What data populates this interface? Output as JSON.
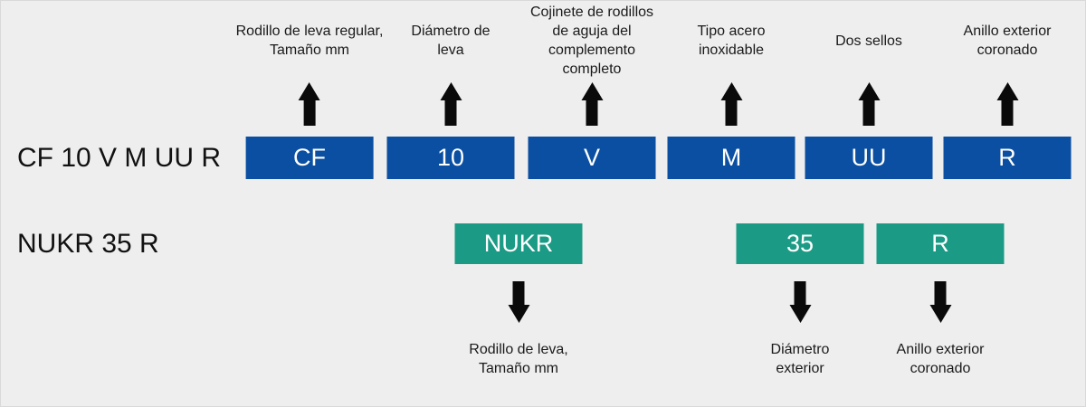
{
  "colors": {
    "background": "#eeeeee",
    "box_blue": "#0a4fa1",
    "box_teal": "#1b9b85",
    "arrow_black": "#0a0a0a"
  },
  "row_cf": {
    "header": "CF 10 V M UU R",
    "segments": [
      {
        "code": "CF",
        "label": "Rodillo de leva regular,\nTamaño mm"
      },
      {
        "code": "10",
        "label": "Diámetro de\nleva"
      },
      {
        "code": "V",
        "label": "Cojinete de rodillos\nde aguja del\ncomplemento\ncompleto"
      },
      {
        "code": "M",
        "label": "Tipo acero\ninoxidable"
      },
      {
        "code": "UU",
        "label": "Dos sellos"
      },
      {
        "code": "R",
        "label": "Anillo exterior\ncoronado"
      }
    ]
  },
  "row_nukr": {
    "header": "NUKR 35 R",
    "segments": [
      {
        "code": "NUKR",
        "label": "Rodillo de leva,\nTamaño mm"
      },
      {
        "code": "35",
        "label": "Diámetro\nexterior"
      },
      {
        "code": "R",
        "label": "Anillo exterior\ncoronado"
      }
    ]
  }
}
